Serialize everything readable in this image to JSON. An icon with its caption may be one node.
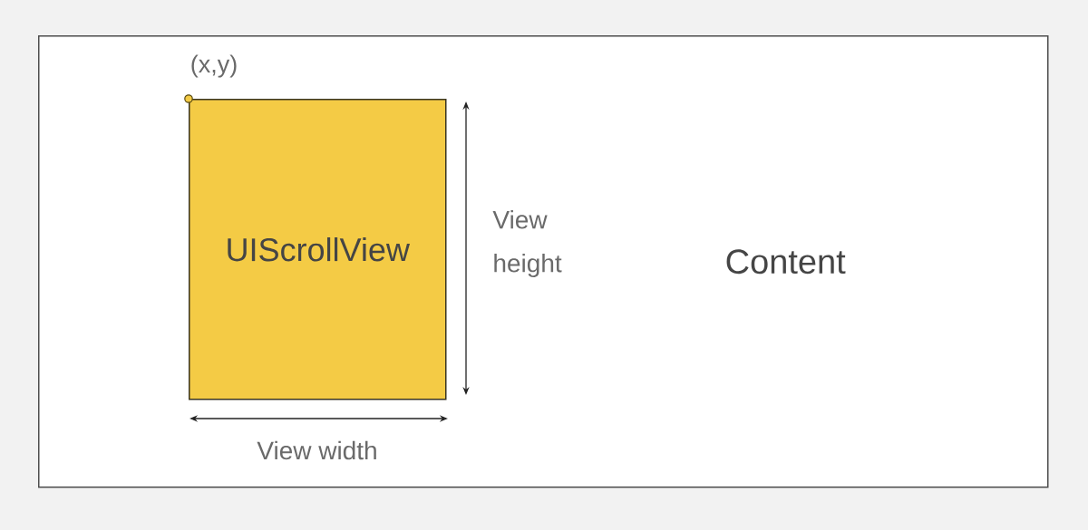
{
  "diagram": {
    "nodes": [
      {
        "text": [
          "Content"
        ]
      },
      {
        "text": [
          "UIScrollView"
        ],
        "in": 0,
        "beside": [
          "(x,y)"
        ]
      }
    ],
    "labels": [
      "View height",
      "View width"
    ]
  }
}
